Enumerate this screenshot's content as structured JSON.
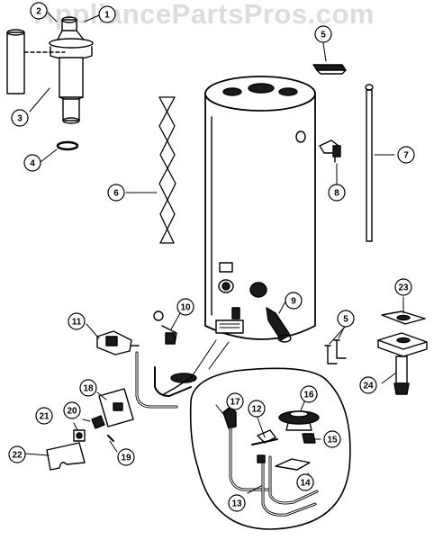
{
  "watermark": "AppliancePartsPros.com",
  "callouts": [
    "1",
    "2",
    "3",
    "4",
    "5",
    "6",
    "7",
    "8",
    "9",
    "10",
    "11",
    "12",
    "13",
    "14",
    "15",
    "16",
    "17",
    "18",
    "19",
    "20",
    "21",
    "22",
    "23",
    "24",
    "5"
  ],
  "colors": {
    "line": "#000000",
    "fill": "#ffffff",
    "shade": "#1a1a1a",
    "watermark": "#dcdcdc"
  }
}
